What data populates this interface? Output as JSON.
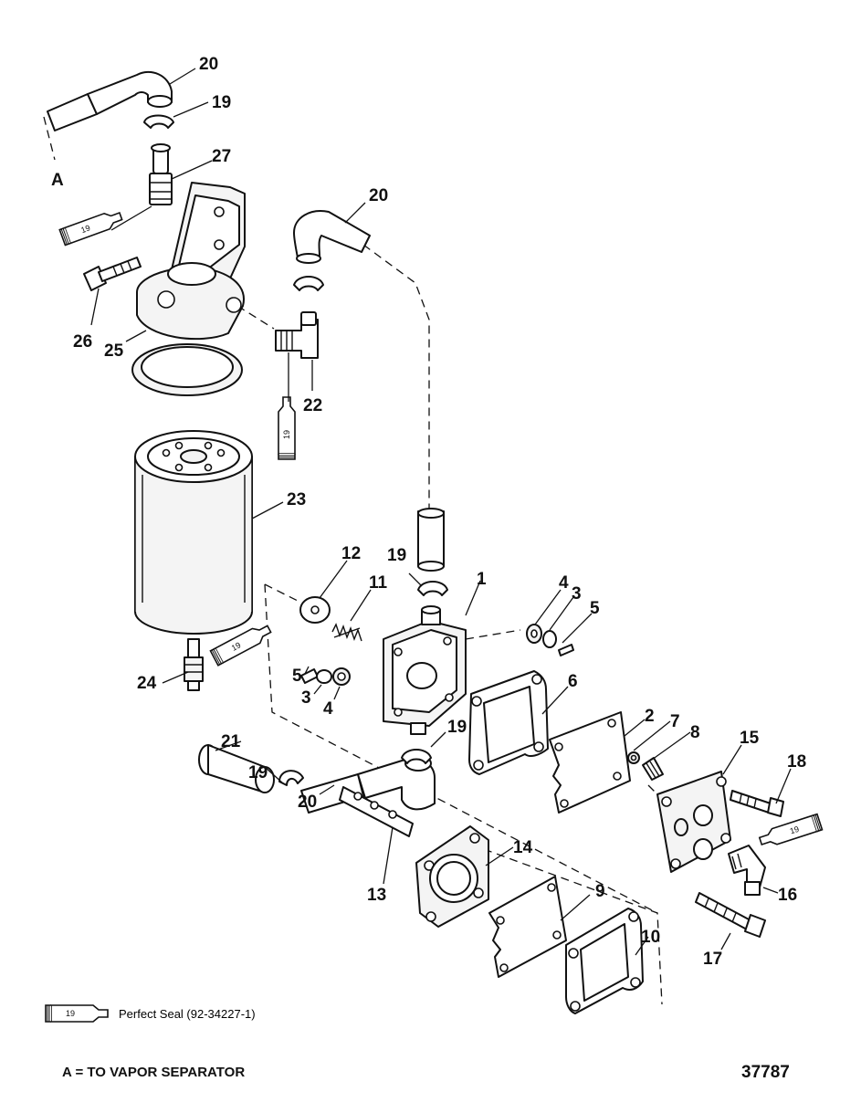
{
  "tube_label": "19",
  "callouts": {
    "c1": "1",
    "c2": "2",
    "c3a": "3",
    "c3b": "3",
    "c4a": "4",
    "c4b": "4",
    "c5a": "5",
    "c5b": "5",
    "c6": "6",
    "c7": "7",
    "c8": "8",
    "c9": "9",
    "c10": "10",
    "c11": "11",
    "c12": "12",
    "c13": "13",
    "c14": "14",
    "c15": "15",
    "c16": "16",
    "c17": "17",
    "c18": "18",
    "c19a": "19",
    "c19b": "19",
    "c19c": "19",
    "c19d": "19",
    "c20a": "20",
    "c20b": "20",
    "c20c": "20",
    "c21": "21",
    "c22": "22",
    "c23": "23",
    "c24": "24",
    "c25": "25",
    "c26": "26",
    "c27": "27"
  },
  "marker_a": "A",
  "legend": {
    "tube_label": "19",
    "text": "Perfect Seal (92-34227-1)"
  },
  "footer": {
    "note": "A = TO VAPOR SEPARATOR",
    "figure_number": "37787"
  }
}
